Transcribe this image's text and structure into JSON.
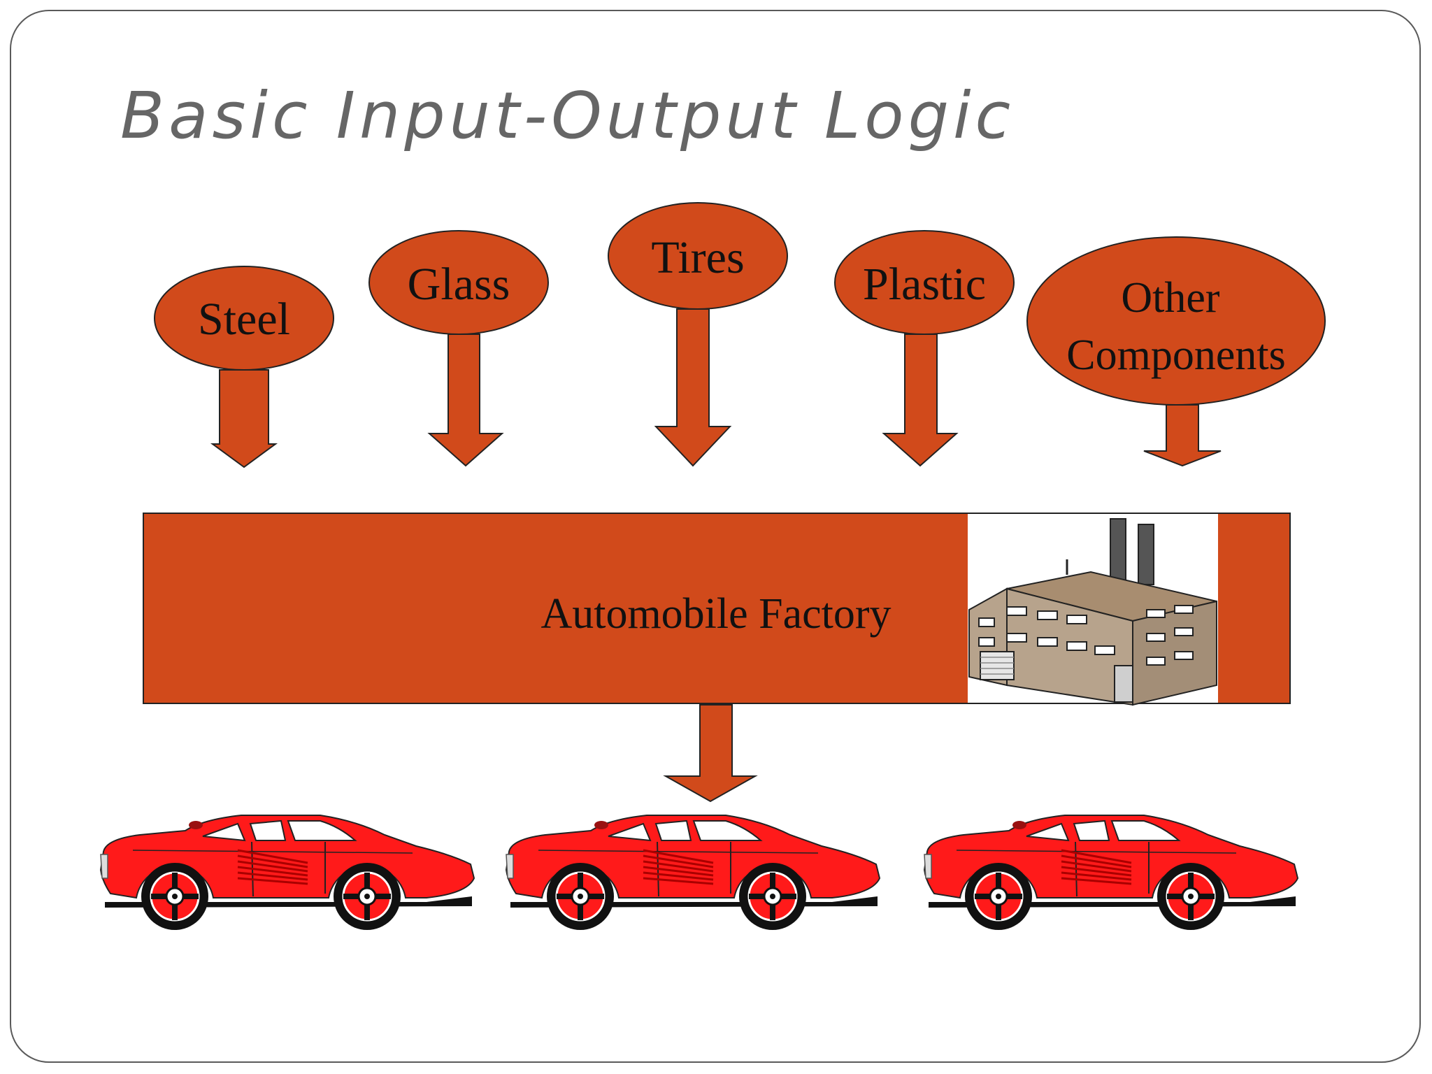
{
  "title": "Basic Input-Output Logic",
  "inputs": [
    {
      "label": "Steel"
    },
    {
      "label": "Glass"
    },
    {
      "label": "Tires"
    },
    {
      "label": "Plastic"
    },
    {
      "label_line1": "Other",
      "label_line2": "Components"
    }
  ],
  "factory": {
    "label": "Automobile Factory"
  },
  "colors": {
    "accent": "#d14a1b",
    "car": "#ff1a1a",
    "building": "#b7a38c",
    "title": "#666666"
  },
  "icons": [
    "factory-building-icon",
    "red-sports-car-icon"
  ]
}
